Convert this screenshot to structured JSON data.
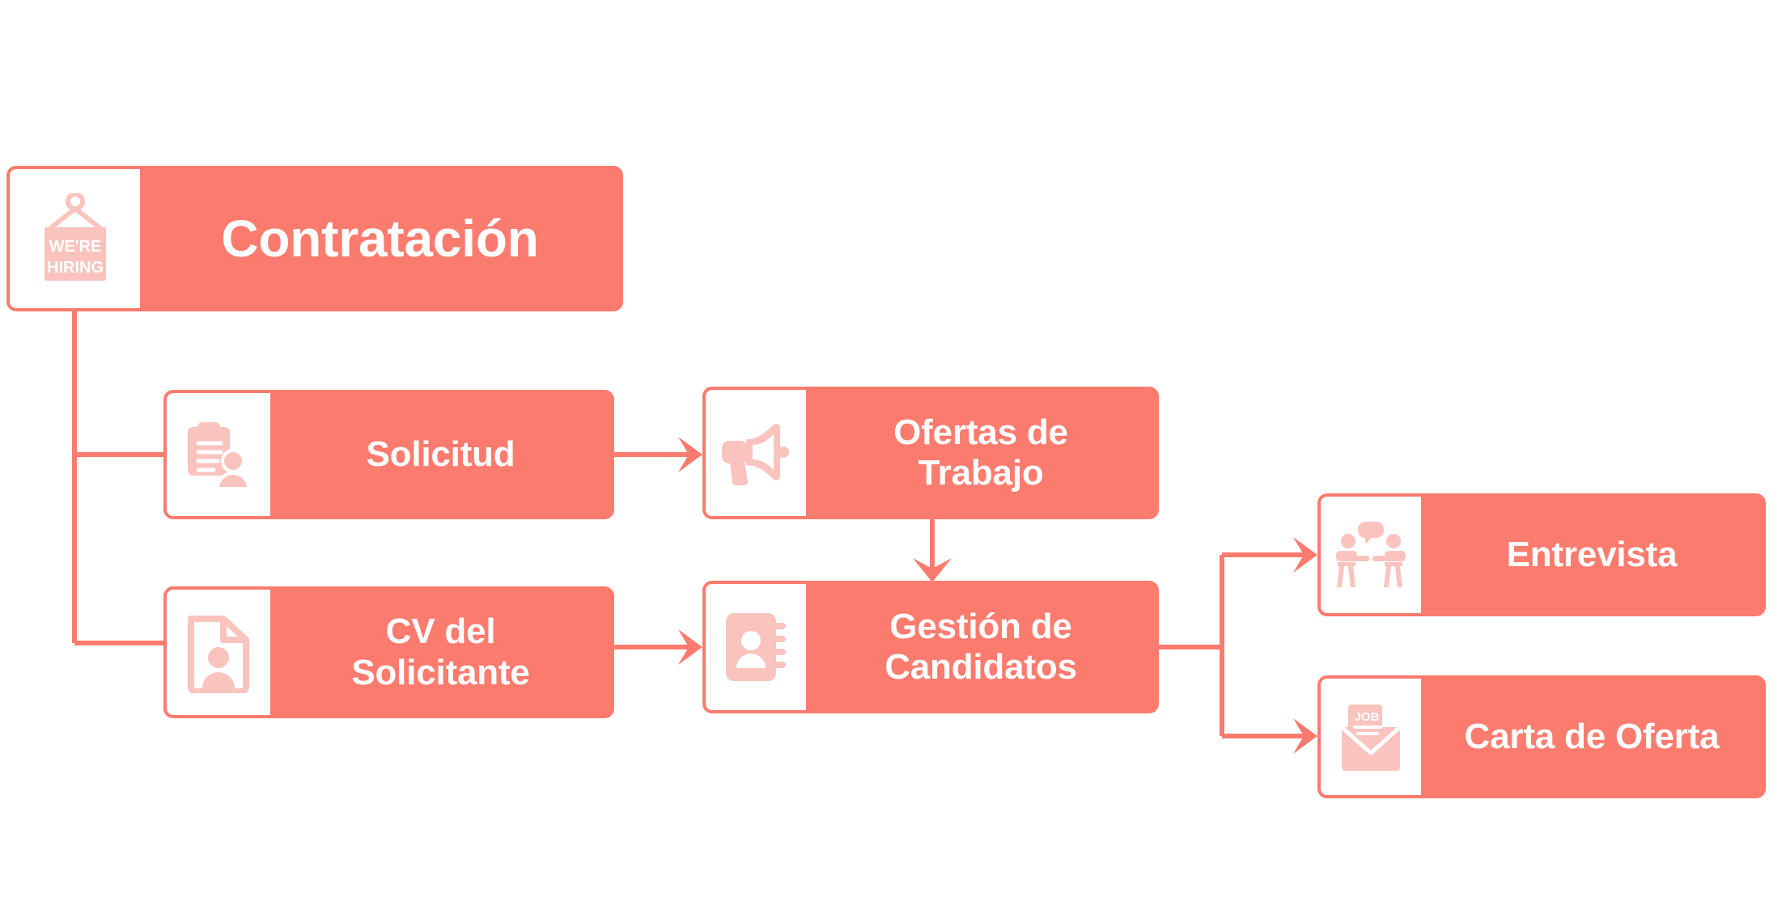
{
  "diagram": {
    "title": "Contratación",
    "type": "hierarchy-flowchart",
    "colors": {
      "accent": "#FB7B6E",
      "icon_tint": "#FAC3BE",
      "panel": "#FFFFFF",
      "text": "#FFFFFF",
      "background": "#FFFFFF"
    },
    "nodes": [
      {
        "id": "contratacion",
        "label": "Contratación",
        "icon": "we-are-hiring-sign-icon",
        "icon_text_line1": "WE'RE",
        "icon_text_line2": "HIRING",
        "level": 1
      },
      {
        "id": "solicitud",
        "label": "Solicitud",
        "icon": "clipboard-person-icon",
        "level": 2
      },
      {
        "id": "cv-del-solicitante",
        "label": "CV del\nSolicitante",
        "icon": "document-person-icon",
        "level": 2
      },
      {
        "id": "ofertas-de-trabajo",
        "label": "Ofertas de\nTrabajo",
        "icon": "megaphone-icon",
        "level": 3
      },
      {
        "id": "gestion-de-candidatos",
        "label": "Gestión de\nCandidatos",
        "icon": "address-book-icon",
        "level": 3
      },
      {
        "id": "entrevista",
        "label": "Entrevista",
        "icon": "interview-people-icon",
        "level": 4
      },
      {
        "id": "carta-de-oferta",
        "label": "Carta de Oferta",
        "icon": "job-offer-envelope-icon",
        "icon_text": "JOB",
        "level": 4
      }
    ],
    "connections": [
      {
        "from": "contratacion",
        "to": "solicitud",
        "arrow": false
      },
      {
        "from": "contratacion",
        "to": "cv-del-solicitante",
        "arrow": false
      },
      {
        "from": "solicitud",
        "to": "ofertas-de-trabajo",
        "arrow": true
      },
      {
        "from": "cv-del-solicitante",
        "to": "gestion-de-candidatos",
        "arrow": true
      },
      {
        "from": "ofertas-de-trabajo",
        "to": "gestion-de-candidatos",
        "arrow": true
      },
      {
        "from": "gestion-de-candidatos",
        "to": "entrevista",
        "arrow": true
      },
      {
        "from": "gestion-de-candidatos",
        "to": "carta-de-oferta",
        "arrow": true
      }
    ]
  }
}
